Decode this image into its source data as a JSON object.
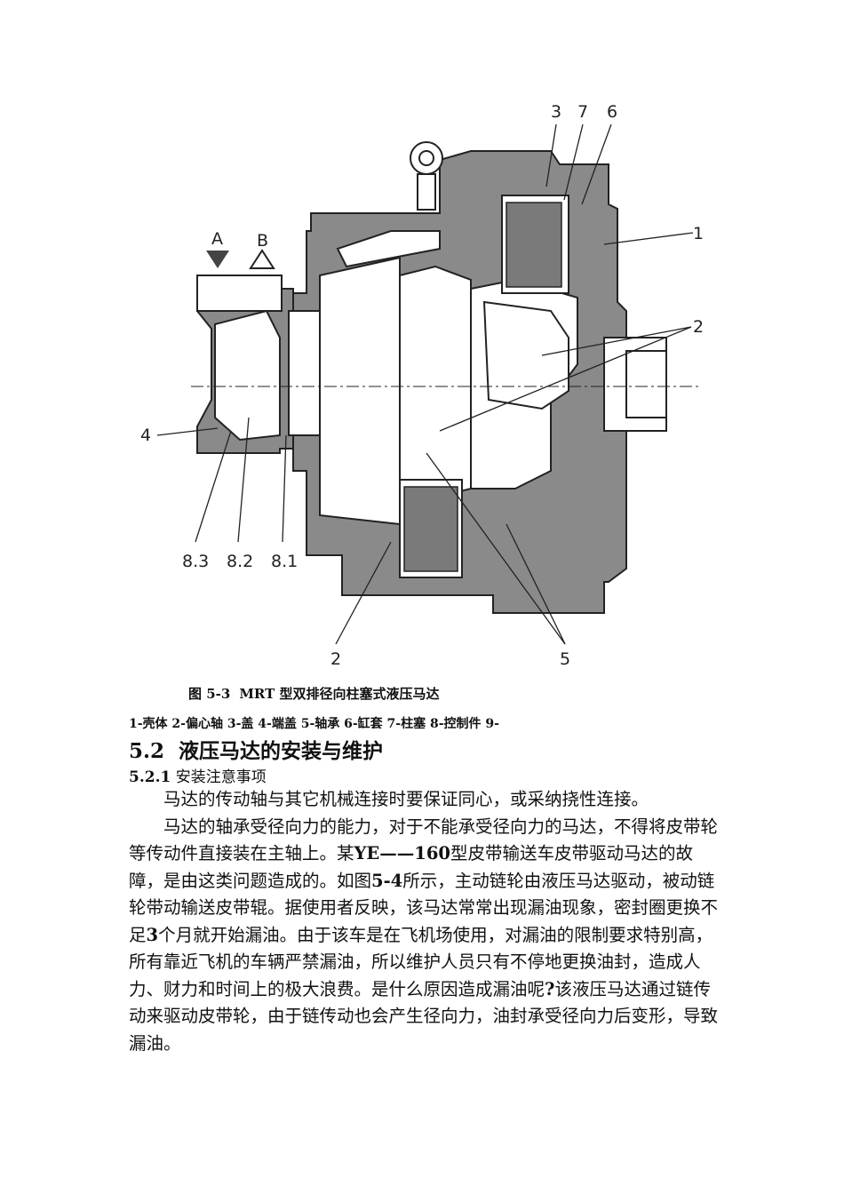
{
  "figure": {
    "labels": {
      "A": "A",
      "B": "B",
      "n1": "1",
      "n2_right": "2",
      "n2_bottom": "2",
      "n3": "3",
      "n4": "4",
      "n5": "5",
      "n6": "6",
      "n7": "7",
      "n8_1": "8.1",
      "n8_2": "8.2",
      "n8_3": "8.3"
    }
  },
  "caption": {
    "number": "图 5-3",
    "text": "MRT 型双排径向柱塞式液压马达"
  },
  "legend": "1-壳体  2-偏心轴 3-盖  4-端盖  5-轴承  6-缸套 7-柱塞 8-控制件 9-",
  "section": {
    "number": "5.2",
    "title": "液压马达的安装与维护"
  },
  "subsection": {
    "number": "5.2.1",
    "title": "安装注意事项"
  },
  "paragraphs": {
    "p1": "马达的传动轴与其它机械连接时要保证同心，或采纳挠性连接。",
    "p2_a": "马达的轴承受径向力的能力，对于不能承受径向力的马达，不得将皮带轮等传动件直接装在主轴上。某",
    "p2_b": "YE——160",
    "p2_c": "型皮带输送车皮带驱动马达的故障，是由这类问题造成的。如图",
    "p2_d": "5-4",
    "p2_e": "所示，主动链轮由液压马达驱动，被动链轮带动输送皮带辊。据使用者反映，该马达常常出现漏油现象，密封圈更换不足",
    "p2_f": "3",
    "p2_g": "个月就开始漏油。由于该车是在飞机场使用，对漏油的限制要求特别高，所有靠近飞机的车辆严禁漏油，所以维护人员只有不停地更换油封，造成人力、财力和时间上的极大浪费。是什么原因造成漏油呢",
    "p2_h": "?",
    "p2_i": "该液压马达通过链传动来驱动皮带轮，由于链传动也会产生径向力，油封承受径向力后变形，导致漏油。"
  }
}
